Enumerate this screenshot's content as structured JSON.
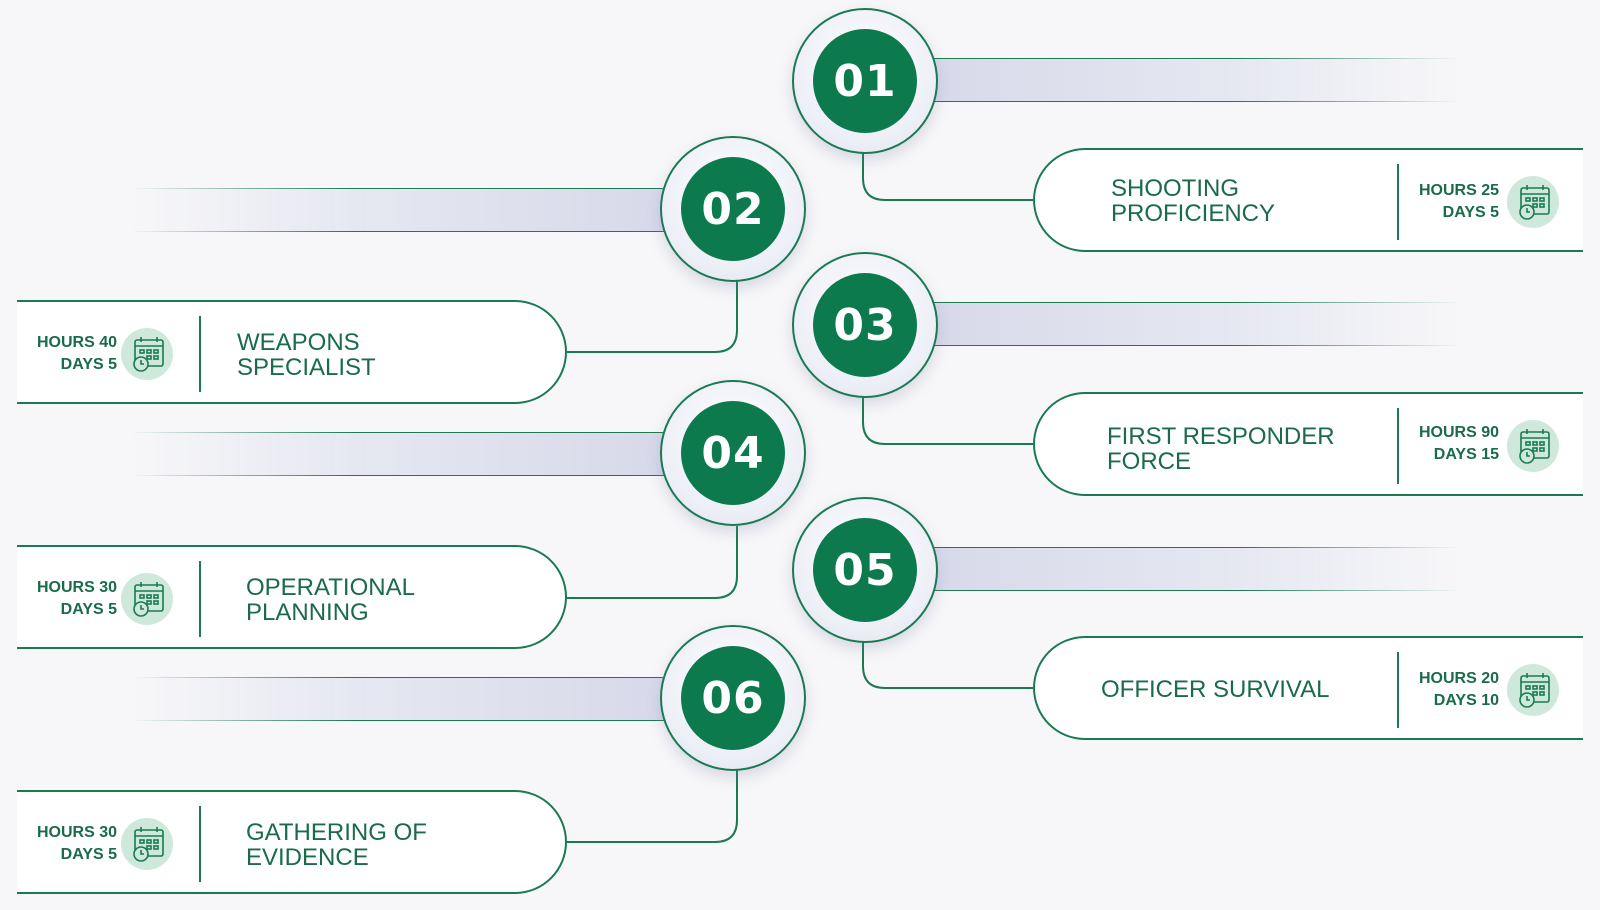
{
  "colors": {
    "accent": "#0d7a4e",
    "line": "#1a7a52",
    "text": "#1a6b4a",
    "bar": "#e2e4ef"
  },
  "steps": [
    {
      "number": "01",
      "title": "SHOOTING\nPROFICIENCY",
      "hours": "HOURS 25",
      "days": "DAYS 5",
      "icon": "calendar-clock-icon"
    },
    {
      "number": "02",
      "title": "WEAPONS\nSPECIALIST",
      "hours": "HOURS 40",
      "days": "DAYS 5",
      "icon": "calendar-clock-icon"
    },
    {
      "number": "03",
      "title": "FIRST RESPONDER\nFORCE",
      "hours": "HOURS 90",
      "days": "DAYS 15",
      "icon": "calendar-clock-icon"
    },
    {
      "number": "04",
      "title": "OPERATIONAL\nPLANNING",
      "hours": "HOURS 30",
      "days": "DAYS 5",
      "icon": "calendar-clock-icon"
    },
    {
      "number": "05",
      "title": "OFFICER SURVIVAL",
      "hours": "HOURS 20",
      "days": "DAYS 10",
      "icon": "calendar-clock-icon"
    },
    {
      "number": "06",
      "title": "GATHERING OF\nEVIDENCE",
      "hours": "HOURS 30",
      "days": "DAYS 5",
      "icon": "calendar-clock-icon"
    }
  ]
}
